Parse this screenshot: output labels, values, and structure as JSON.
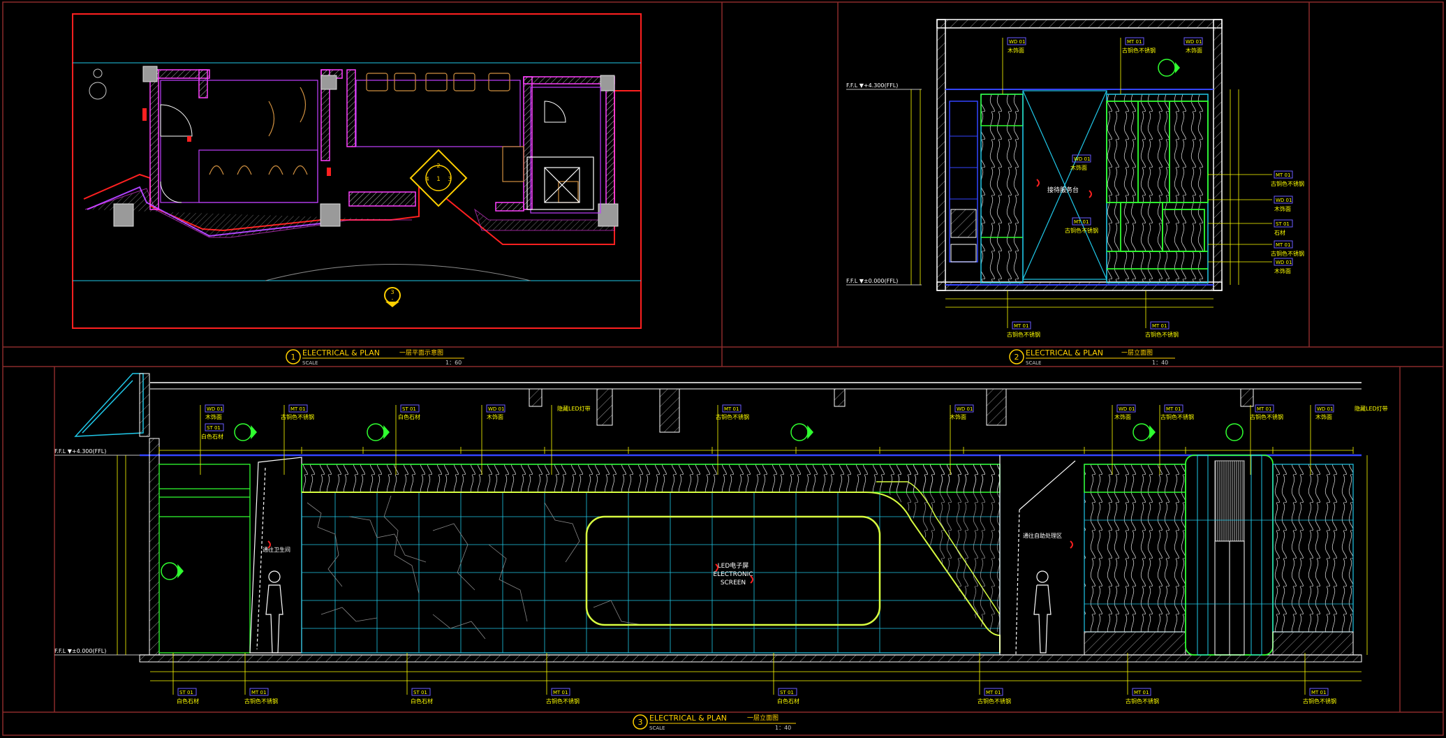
{
  "colors": {
    "background": "#000000",
    "frame": "#8b2b2b",
    "plan_border": "#ff2020",
    "wall": "#ff40ff",
    "blue_line": "#3344ff",
    "cyan": "#20c8e8",
    "green": "#30ff30",
    "yellow": "#ffff00",
    "lime": "#d8ff40",
    "white": "#e8e8e8",
    "tag": "#6a5cff",
    "dim": "#e0e0e0"
  },
  "panels": {
    "plan": {
      "number": "1",
      "title_en": "ELECTRICAL & PLAN",
      "title_cn": "一层平面示意图",
      "scale_label": "SCALE",
      "scale": "1：60",
      "marker_label": "3",
      "marker_sub": "-"
    },
    "elev2": {
      "number": "2",
      "title_en": "ELECTRICAL & PLAN",
      "title_cn": "一层立面图",
      "scale_label": "SCALE",
      "scale": "1：40",
      "level_top": "F.F.L ▼+4.300(FFL)",
      "level_bottom": "F.F.L ▼±0.000(FFL)",
      "center_note": "接待服务台",
      "tags": [
        {
          "code": "WD 01",
          "name": "木饰面"
        },
        {
          "code": "MT 01",
          "name": "古铜色不锈钢"
        },
        {
          "code": "WD 01",
          "name": "木饰面"
        },
        {
          "code": "WD 01",
          "name": "木饰面"
        },
        {
          "code": "MT 01",
          "name": "古铜色不锈钢"
        },
        {
          "code": "MT 01",
          "name": "古铜色不锈钢"
        },
        {
          "code": "WD 01",
          "name": "木饰面"
        },
        {
          "code": "ST 01",
          "name": "石材"
        },
        {
          "code": "MT 01",
          "name": "古铜色不锈钢"
        },
        {
          "code": "WD 01",
          "name": "木饰面"
        }
      ],
      "bottom_tags": [
        {
          "code": "MT 01",
          "name": "古铜色不锈钢"
        },
        {
          "code": "MT 01",
          "name": "古铜色不锈钢"
        }
      ]
    },
    "elev3": {
      "number": "3",
      "title_en": "ELECTRICAL & PLAN",
      "title_cn": "一层立面图",
      "scale_label": "SCALE",
      "scale": "1：40",
      "level_top": "F.F.L ▼+4.300(FFL)",
      "level_bottom": "F.F.L ▼±0.000(FFL)",
      "screen_cn": "LED电子屏",
      "screen_en1": "ELECTRONIC",
      "screen_en2": "SCREEN",
      "note_left": "通往卫生间",
      "note_right": "通往自助处理区",
      "top_tags": [
        {
          "code": "WD 01",
          "name": "木饰面"
        },
        {
          "code": "ST 01",
          "name": "白色石材"
        },
        {
          "code": "MT 01",
          "name": "古铜色不锈钢"
        },
        {
          "code": "ST 01",
          "name": "白色石材"
        },
        {
          "code": "WD 01",
          "name": "木饰面"
        },
        {
          "code": "",
          "name": "隐藏LED灯带"
        },
        {
          "code": "MT 01",
          "name": "古铜色不锈钢"
        },
        {
          "code": "WD 01",
          "name": "木饰面"
        },
        {
          "code": "WD 01",
          "name": "木饰面"
        },
        {
          "code": "MT 01",
          "name": "古铜色不锈钢"
        },
        {
          "code": "MT 01",
          "name": "古铜色不锈钢"
        },
        {
          "code": "WD 01",
          "name": "木饰面"
        },
        {
          "code": "",
          "name": "隐藏LED灯带"
        }
      ],
      "bottom_tags": [
        {
          "code": "ST 01",
          "name": "白色石材"
        },
        {
          "code": "MT 01",
          "name": "古铜色不锈钢"
        },
        {
          "code": "ST 01",
          "name": "白色石材"
        },
        {
          "code": "MT 01",
          "name": "古铜色不锈钢"
        },
        {
          "code": "ST 01",
          "name": "白色石材"
        },
        {
          "code": "MT 01",
          "name": "古铜色不锈钢"
        },
        {
          "code": "MT 01",
          "name": "古铜色不锈钢"
        },
        {
          "code": "MT 01",
          "name": "古铜色不锈钢"
        }
      ]
    }
  }
}
